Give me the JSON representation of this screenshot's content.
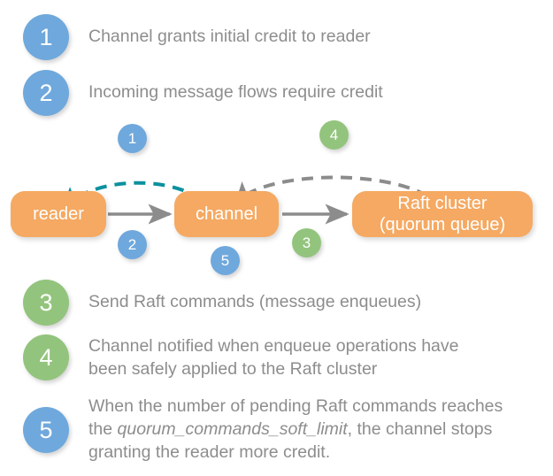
{
  "colors": {
    "blue": "#6fa8dc",
    "green": "#93c47d",
    "orange": "#f5a962",
    "teal": "#0b919e",
    "gray_arrow": "#8c8c8c",
    "text_gray": "#8d8d8d",
    "background": "#ffffff"
  },
  "legend_top": [
    {
      "number": "1",
      "color": "blue",
      "text": "Channel grants initial credit to reader"
    },
    {
      "number": "2",
      "color": "blue",
      "text": "Incoming message flows require credit"
    }
  ],
  "legend_bottom": [
    {
      "number": "3",
      "color": "green",
      "text": "Send Raft commands (message enqueues)"
    },
    {
      "number": "4",
      "color": "green",
      "text": "Channel notified when enqueue operations have\nbeen safely applied to the Raft cluster"
    }
  ],
  "legend_item_5": {
    "number": "5",
    "color": "blue",
    "text_part1": "When the number of pending Raft commands reaches\nthe ",
    "text_italic": "quorum_commands_soft_limit",
    "text_part2": ", the channel stops\ngranting the reader more credit."
  },
  "diagram": {
    "nodes": [
      {
        "id": "reader",
        "label": "reader"
      },
      {
        "id": "channel",
        "label": "channel"
      },
      {
        "id": "cluster",
        "label": "Raft cluster\n(quorum queue)"
      }
    ],
    "edge_badges": [
      {
        "number": "1",
        "color": "blue",
        "edge": "channel-to-reader-credit"
      },
      {
        "number": "2",
        "color": "blue",
        "edge": "reader-to-channel-messages"
      },
      {
        "number": "3",
        "color": "green",
        "edge": "channel-to-cluster-commands"
      },
      {
        "number": "4",
        "color": "green",
        "edge": "cluster-to-channel-notify"
      },
      {
        "number": "5",
        "color": "blue",
        "edge": "channel-credit-throttle"
      }
    ]
  }
}
